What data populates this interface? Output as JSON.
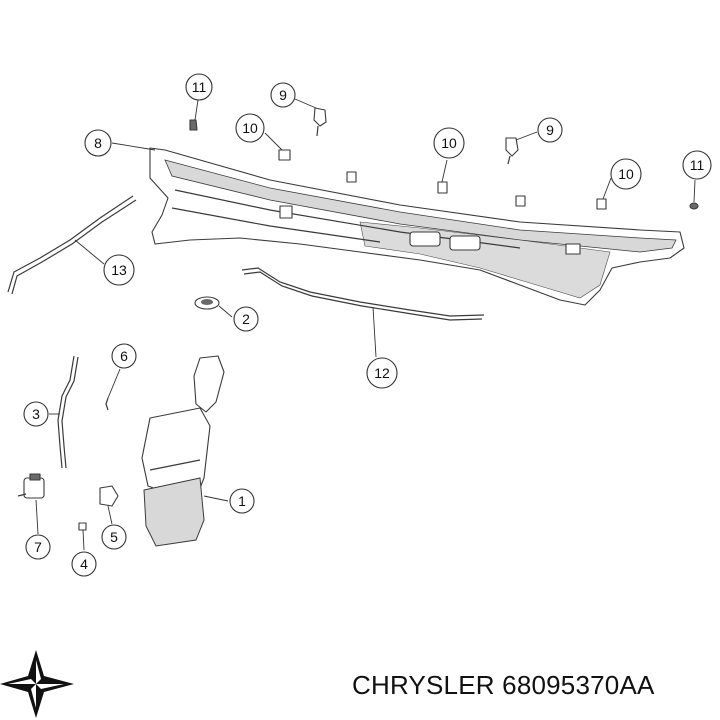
{
  "caption": {
    "brand": "CHRYSLER",
    "part_number": "68095370AA"
  },
  "callouts": [
    {
      "id": "c11a",
      "label": "11"
    },
    {
      "id": "c9a",
      "label": "9"
    },
    {
      "id": "c10a",
      "label": "10"
    },
    {
      "id": "c8",
      "label": "8"
    },
    {
      "id": "c10b",
      "label": "10"
    },
    {
      "id": "c9b",
      "label": "9"
    },
    {
      "id": "c10c",
      "label": "10"
    },
    {
      "id": "c11b",
      "label": "11"
    },
    {
      "id": "c13",
      "label": "13"
    },
    {
      "id": "c2",
      "label": "2"
    },
    {
      "id": "c12",
      "label": "12"
    },
    {
      "id": "c6",
      "label": "6"
    },
    {
      "id": "c3",
      "label": "3"
    },
    {
      "id": "c1",
      "label": "1"
    },
    {
      "id": "c7",
      "label": "7"
    },
    {
      "id": "c5",
      "label": "5"
    },
    {
      "id": "c4",
      "label": "4"
    }
  ],
  "icons": {
    "logo": "chrysler-pentastar-logo"
  },
  "colors": {
    "ink": "#111111",
    "shade": "#d8d8d8"
  }
}
